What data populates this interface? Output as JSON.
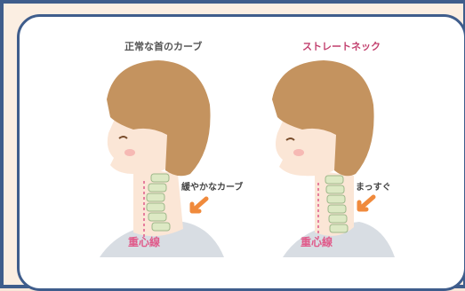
{
  "panels": {
    "left": {
      "title": "正常な首のカーブ",
      "annotation": "緩やかなカーブ",
      "center_line": "重心線"
    },
    "right": {
      "title": "ストレートネック",
      "annotation": "まっすぐ",
      "center_line": "重心線"
    }
  },
  "colors": {
    "frame": "#3f5d8c",
    "hair": "#c4935f",
    "skin": "#fbe6d6",
    "spine_fill": "#dde9c4",
    "spine_stroke": "#9eb88a",
    "center_line": "#e05a8a",
    "arrow": "#f08a3c",
    "straight_title": "#c2406e",
    "normal_title": "#555555",
    "shirt": "#d8dde3"
  }
}
